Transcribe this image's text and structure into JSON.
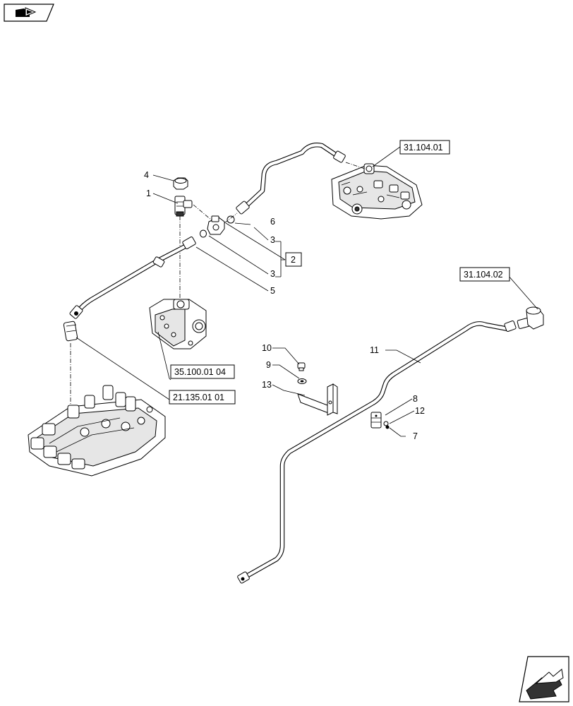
{
  "callouts": {
    "c1": "1",
    "c2": "2",
    "c3a": "3",
    "c3b": "3",
    "c4": "4",
    "c5": "5",
    "c6": "6",
    "c7": "7",
    "c8": "8",
    "c9": "9",
    "c10": "10",
    "c11": "11",
    "c12": "12",
    "c13": "13"
  },
  "references": {
    "ref_31_104_01": "31.104.01",
    "ref_31_104_02": "31.104.02",
    "ref_35_100_01_04": "35.100.01 04",
    "ref_21_135_01_01": "21.135.01 01"
  },
  "icons": {
    "top_left": "book-with-arrow-icon",
    "bottom_right": "next-page-arrow-icon"
  }
}
